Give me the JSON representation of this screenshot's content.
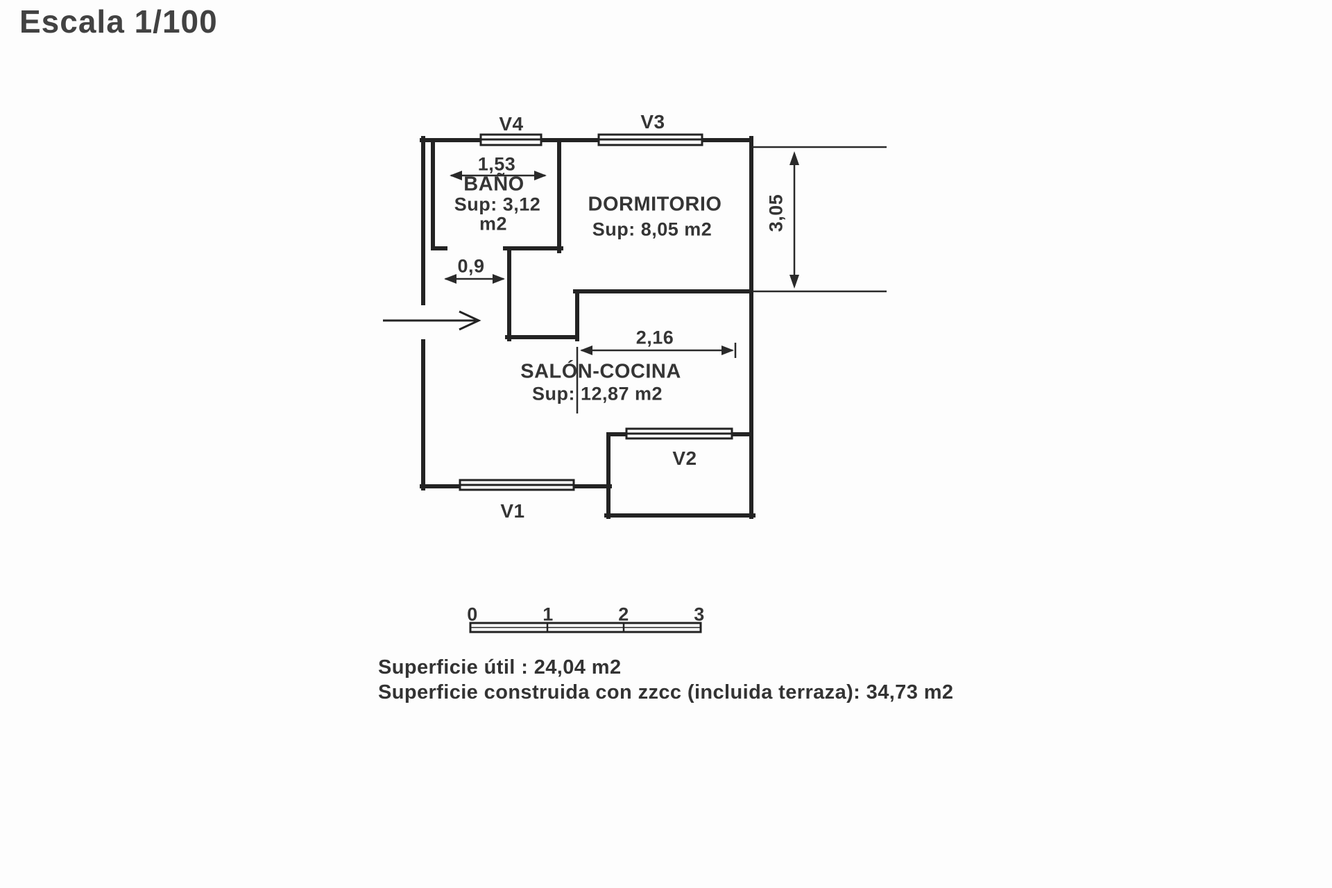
{
  "title": "Escala 1/100",
  "drawing": {
    "ink": "#232323",
    "paper": "#fdfdfd"
  },
  "windows": {
    "v1": "V1",
    "v2": "V2",
    "v3": "V3",
    "v4": "V4"
  },
  "rooms": {
    "bano": {
      "name": "BAÑO",
      "sup": "Sup: 3,12",
      "sup2": "m2"
    },
    "dormitorio": {
      "name": "DORMITORIO",
      "sup": "Sup: 8,05 m2"
    },
    "salon": {
      "name": "SALÓN-COCINA",
      "sup": "Sup: 12,87 m2"
    }
  },
  "dimensions": {
    "bano_width": "1,53",
    "door_width": "0,9",
    "salon_width": "2,16",
    "dorm_height": "3,05"
  },
  "scalebar": {
    "t0": "0",
    "t1": "1",
    "t2": "2",
    "t3": "3"
  },
  "footer": {
    "line1": "Superficie útil : 24,04 m2",
    "line2": "Superficie construida con zzcc (incluida terraza): 34,73 m2"
  }
}
